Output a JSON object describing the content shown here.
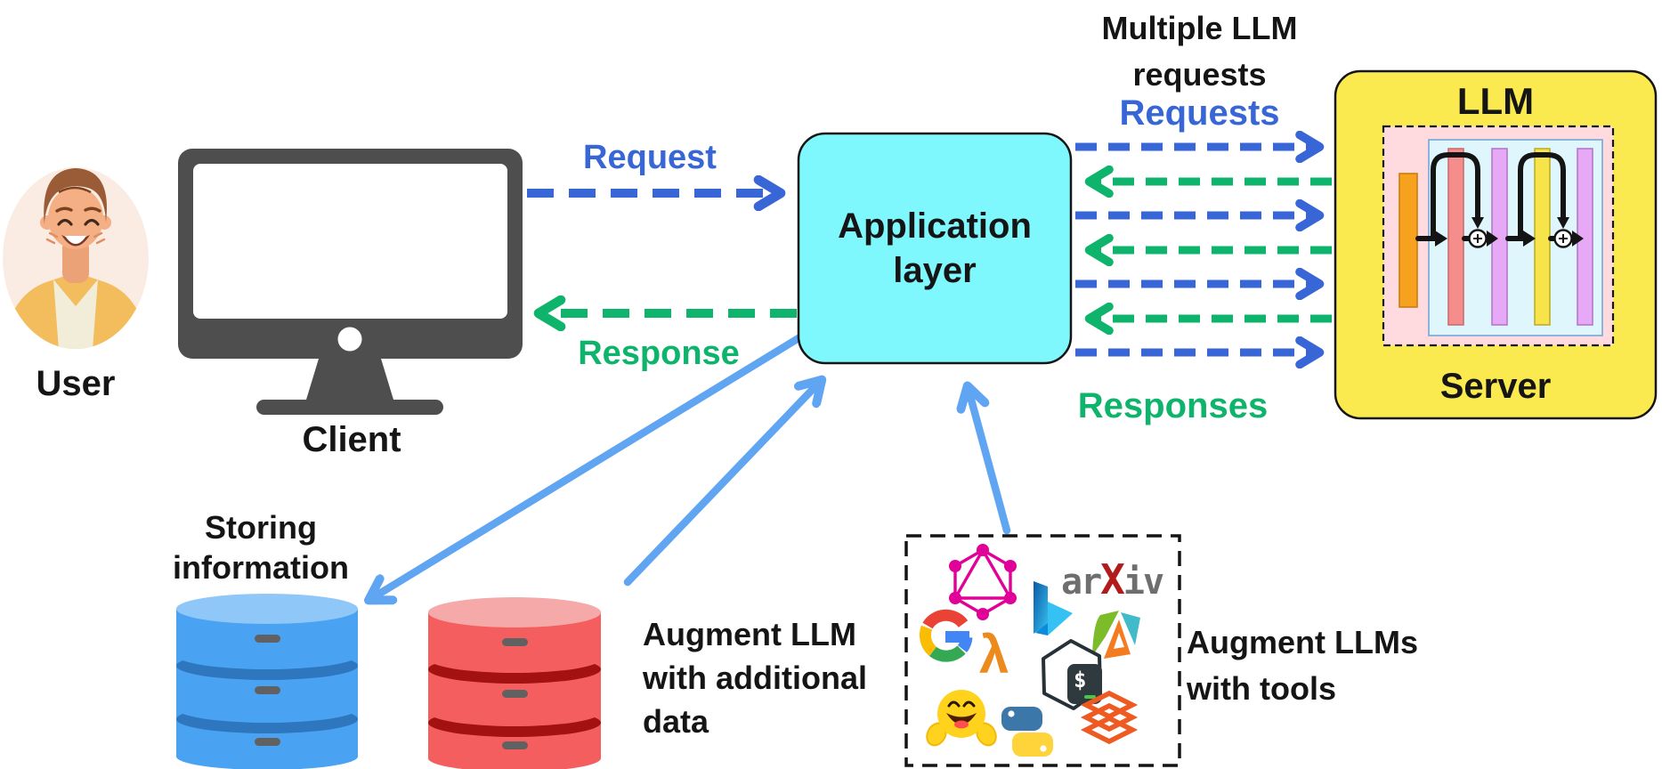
{
  "nodes": {
    "user": {
      "label": "User"
    },
    "client": {
      "label": "Client"
    },
    "app": {
      "line1": "Application",
      "line2": "layer"
    },
    "server": {
      "title": "LLM",
      "subtitle": "Server"
    },
    "storing": {
      "line1": "Storing",
      "line2": "information"
    },
    "augment_data": {
      "line1": "Augment LLM",
      "line2": "with additional",
      "line3": "data"
    },
    "tools": {
      "line1": "Augment LLMs",
      "line2": "with tools"
    }
  },
  "edges": {
    "request": {
      "label": "Request",
      "direction": "client-to-application"
    },
    "response": {
      "label": "Response",
      "direction": "application-to-client"
    },
    "multi": {
      "line1": "Multiple LLM",
      "line2": "requests",
      "requests_label": "Requests",
      "responses_label": "Responses",
      "request_arrow_count": 4,
      "response_arrow_count": 3
    },
    "store_arrow": {
      "direction": "application-to-storing-db"
    },
    "augment_arrow": {
      "direction": "data-db-to-application"
    },
    "tools_arrow": {
      "direction": "tools-to-application"
    }
  },
  "icons": {
    "arxiv_prefix": "ar",
    "arxiv_x": "X",
    "arxiv_suffix": "iv",
    "lambda_glyph": "λ",
    "shell_prompt": "$",
    "tool_names": [
      "graphql",
      "bing",
      "arxiv",
      "google-search",
      "aws-lambda",
      "triangle-shards",
      "bash-shell",
      "hugging-face",
      "python",
      "databricks"
    ]
  },
  "colors": {
    "request_blue": "#3866D6",
    "response_green": "#0FB46C",
    "solid_arrow_blue": "#60A5F2",
    "app_layer_fill": "#7EF8FD",
    "server_fill": "#FAE94F",
    "server_inner_pink": "#FFDADF",
    "server_inner_cyan": "#DFF6FD",
    "bar_orange": "#F6A21E",
    "bar_salmon": "#F58D8D",
    "bar_purple": "#E7A9F5",
    "bar_yellow": "#F7E34A",
    "monitor_gray": "#4E4E4E",
    "db_blue_body": "#49A2F2",
    "db_blue_top": "#8FC7F9",
    "db_blue_band": "#2E77BE",
    "db_red_body": "#F55E5E",
    "db_red_top": "#F6A9A9",
    "db_red_band": "#A31111",
    "db_slot_gray": "#616161",
    "text_black": "#151515"
  }
}
